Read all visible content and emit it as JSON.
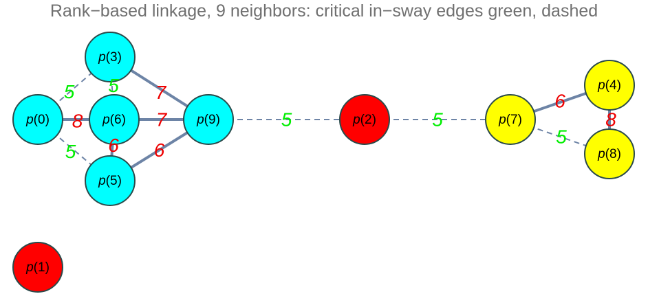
{
  "title": "Rank−based linkage, 9 neighbors: critical in−sway edges green, dashed",
  "colors": {
    "edge": "#6d84a6",
    "label_critical": "#00ee00",
    "label_normal": "#ee0000",
    "node_stroke": "#2a4a4a",
    "cyan": "#00ffff",
    "red": "#ff0000",
    "yellow": "#ffff00"
  },
  "nodes": [
    {
      "id": "0",
      "label_prefix": "p",
      "label_suffix": "(0)",
      "color": "#00ffff"
    },
    {
      "id": "1",
      "label_prefix": "p",
      "label_suffix": "(1)",
      "color": "#ff0000"
    },
    {
      "id": "2",
      "label_prefix": "p",
      "label_suffix": "(2)",
      "color": "#ff0000"
    },
    {
      "id": "3",
      "label_prefix": "p",
      "label_suffix": "(3)",
      "color": "#00ffff"
    },
    {
      "id": "4",
      "label_prefix": "p",
      "label_suffix": "(4)",
      "color": "#ffff00"
    },
    {
      "id": "5",
      "label_prefix": "p",
      "label_suffix": "(5)",
      "color": "#00ffff"
    },
    {
      "id": "6",
      "label_prefix": "p",
      "label_suffix": "(6)",
      "color": "#00ffff"
    },
    {
      "id": "7",
      "label_prefix": "p",
      "label_suffix": "(7)",
      "color": "#ffff00"
    },
    {
      "id": "8",
      "label_prefix": "p",
      "label_suffix": "(8)",
      "color": "#ffff00"
    },
    {
      "id": "9",
      "label_prefix": "p",
      "label_suffix": "(9)",
      "color": "#00ffff"
    }
  ],
  "edges": [
    {
      "source": "0",
      "target": "3",
      "weight": "5",
      "critical": true
    },
    {
      "source": "3",
      "target": "6",
      "weight": "5",
      "critical": true
    },
    {
      "source": "0",
      "target": "6",
      "weight": "8",
      "critical": false
    },
    {
      "source": "0",
      "target": "5",
      "weight": "5",
      "critical": true
    },
    {
      "source": "6",
      "target": "5",
      "weight": "6",
      "critical": false
    },
    {
      "source": "3",
      "target": "9",
      "weight": "7",
      "critical": false
    },
    {
      "source": "6",
      "target": "9",
      "weight": "7",
      "critical": false
    },
    {
      "source": "5",
      "target": "9",
      "weight": "6",
      "critical": false
    },
    {
      "source": "9",
      "target": "2",
      "weight": "5",
      "critical": true
    },
    {
      "source": "2",
      "target": "7",
      "weight": "5",
      "critical": true
    },
    {
      "source": "7",
      "target": "4",
      "weight": "6",
      "critical": false
    },
    {
      "source": "7",
      "target": "8",
      "weight": "5",
      "critical": true
    },
    {
      "source": "4",
      "target": "8",
      "weight": "8",
      "critical": false
    }
  ]
}
